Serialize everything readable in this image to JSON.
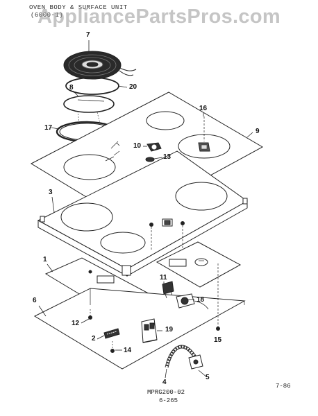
{
  "header": {
    "title_line1": "OVEN BODY & SURFACE UNIT",
    "title_line2": "(6000-1)"
  },
  "watermark": "AppliancePartsPros.com",
  "callouts": [
    "7",
    "20",
    "8",
    "17",
    "16",
    "9",
    "10",
    "13",
    "3",
    "1",
    "11",
    "18",
    "6",
    "12",
    "19",
    "2",
    "14",
    "15",
    "4",
    "5"
  ],
  "footer": {
    "model": "MPRG200-02",
    "date": "7-86",
    "page": "6-265"
  }
}
